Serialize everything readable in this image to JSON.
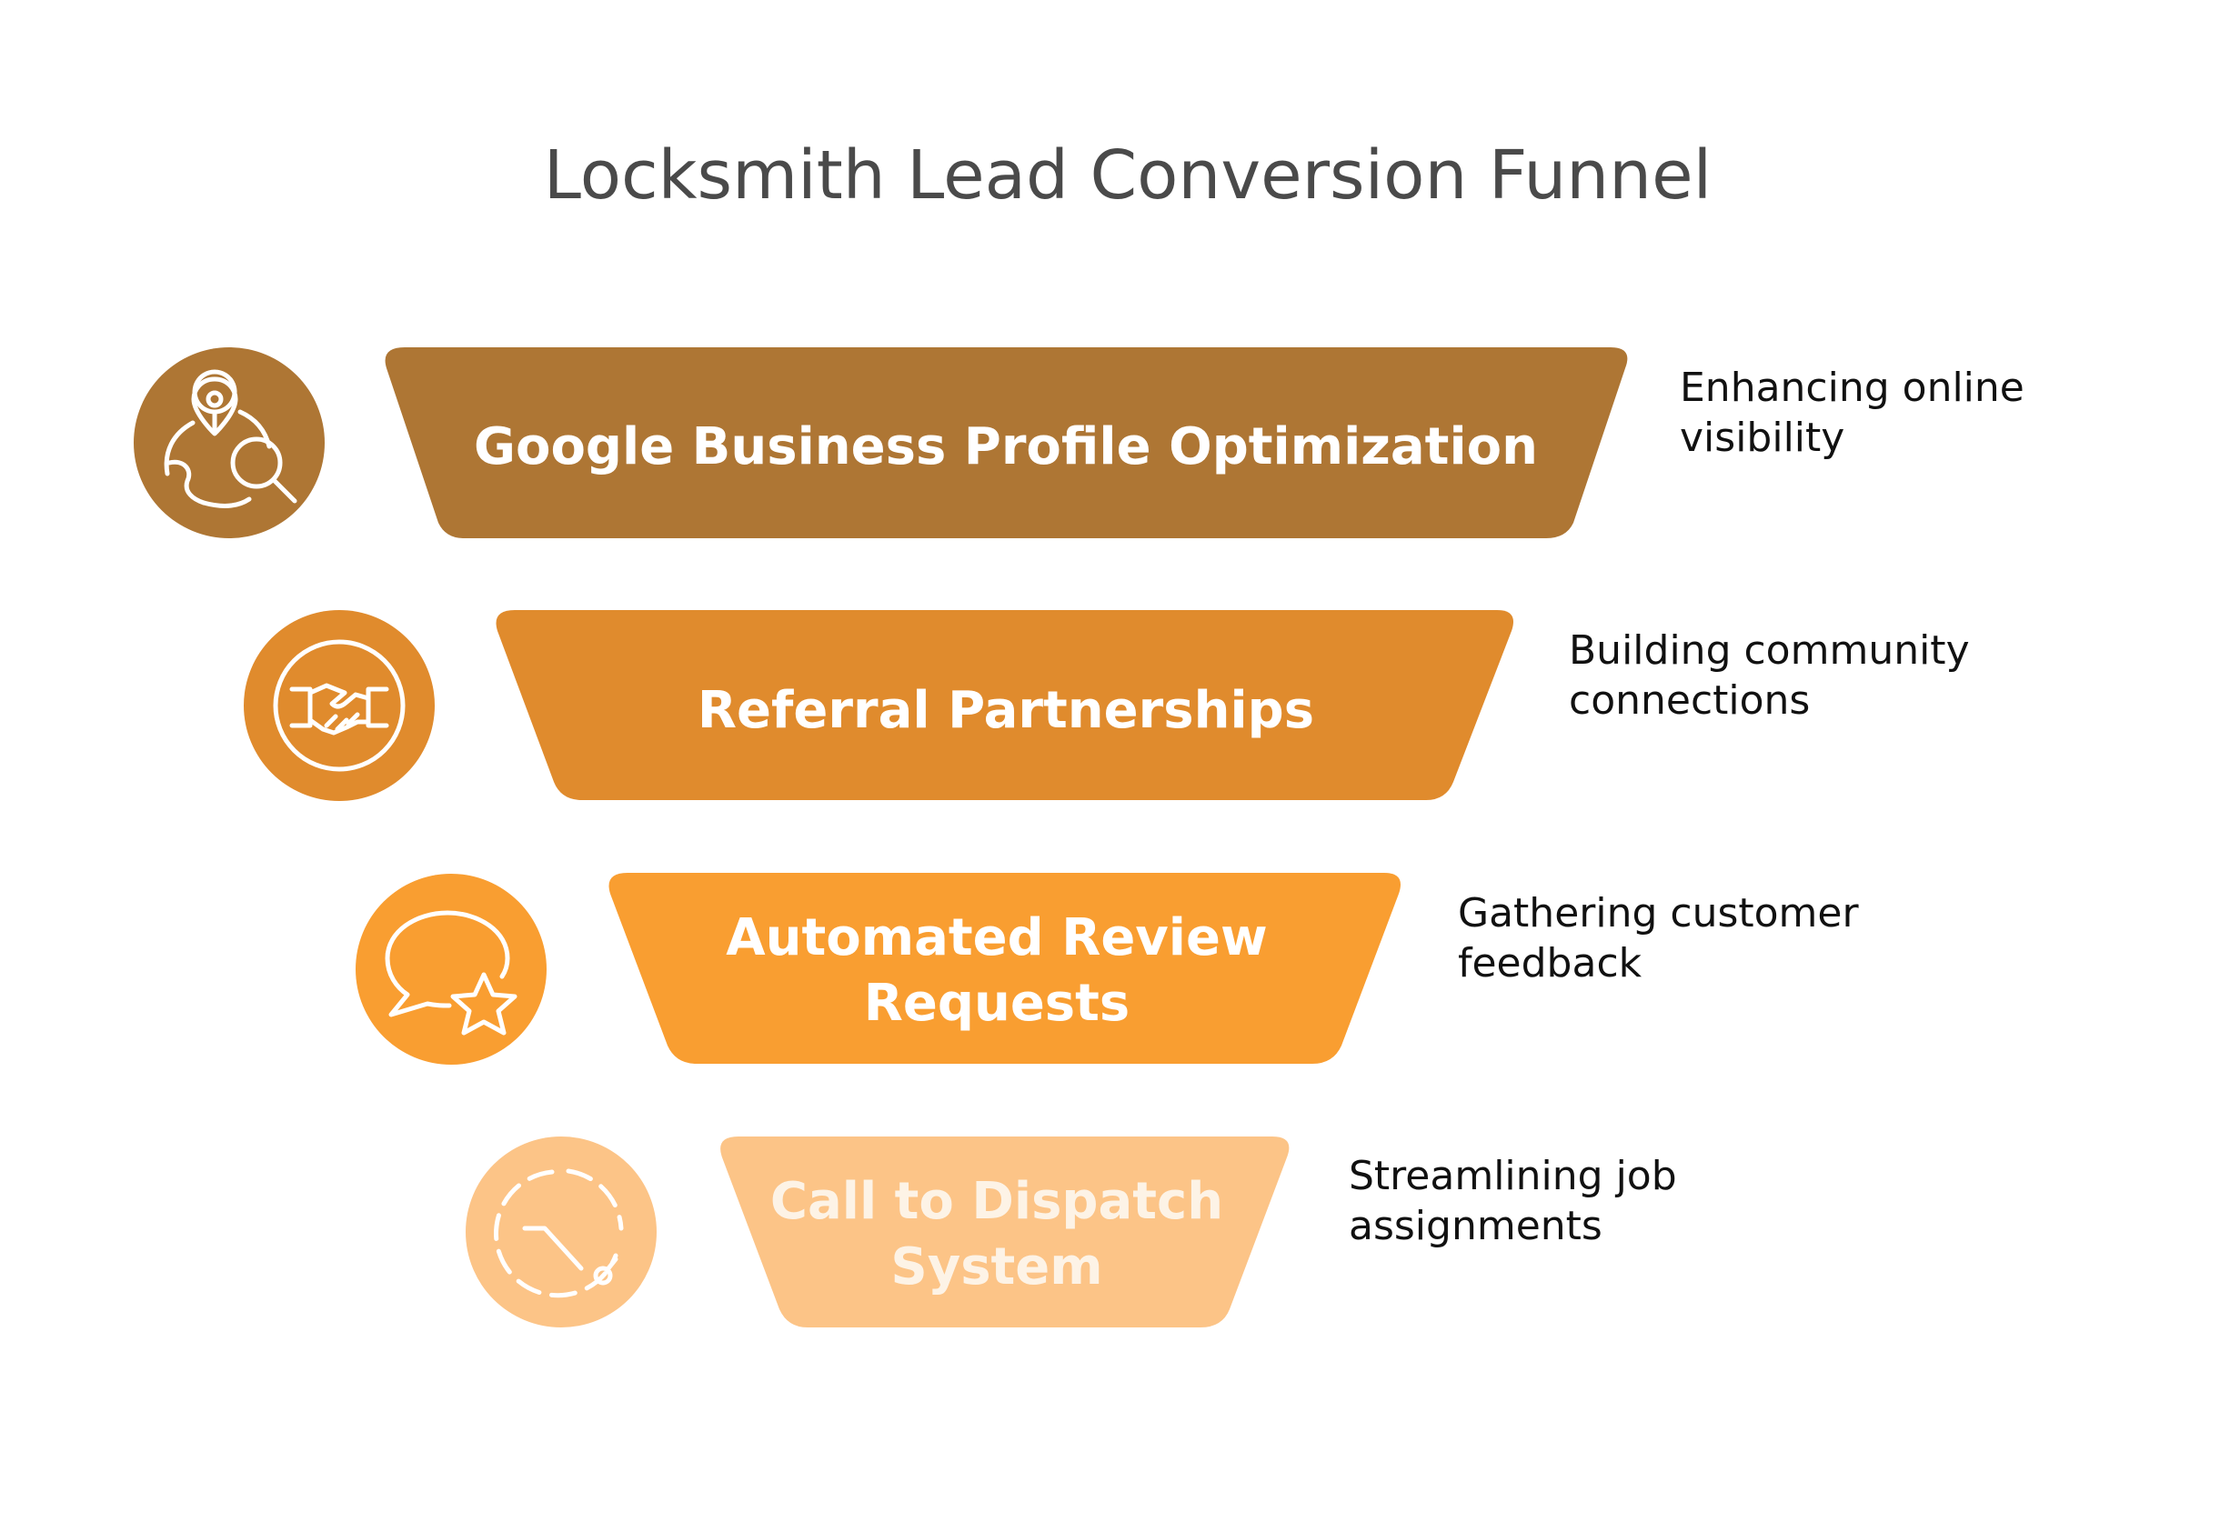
{
  "title": "Locksmith Lead Conversion Funnel",
  "stages": [
    {
      "label_lines": [
        "Google Business Profile Optimization"
      ],
      "description_lines": [
        "Enhancing online",
        "visibility"
      ],
      "color": "#ae7634",
      "icon": "location-search-icon"
    },
    {
      "label_lines": [
        "Referral Partnerships"
      ],
      "description_lines": [
        "Building community",
        "connections"
      ],
      "color": "#e08b2d",
      "icon": "handshake-icon"
    },
    {
      "label_lines": [
        "Automated Review",
        "Requests"
      ],
      "description_lines": [
        "Gathering customer",
        "feedback"
      ],
      "color": "#f99e31",
      "icon": "chat-star-icon"
    },
    {
      "label_lines": [
        "Call to Dispatch",
        "System"
      ],
      "description_lines": [
        "Streamlining job",
        "assignments"
      ],
      "color": "#fcc487",
      "icon": "dispatch-route-icon"
    }
  ]
}
